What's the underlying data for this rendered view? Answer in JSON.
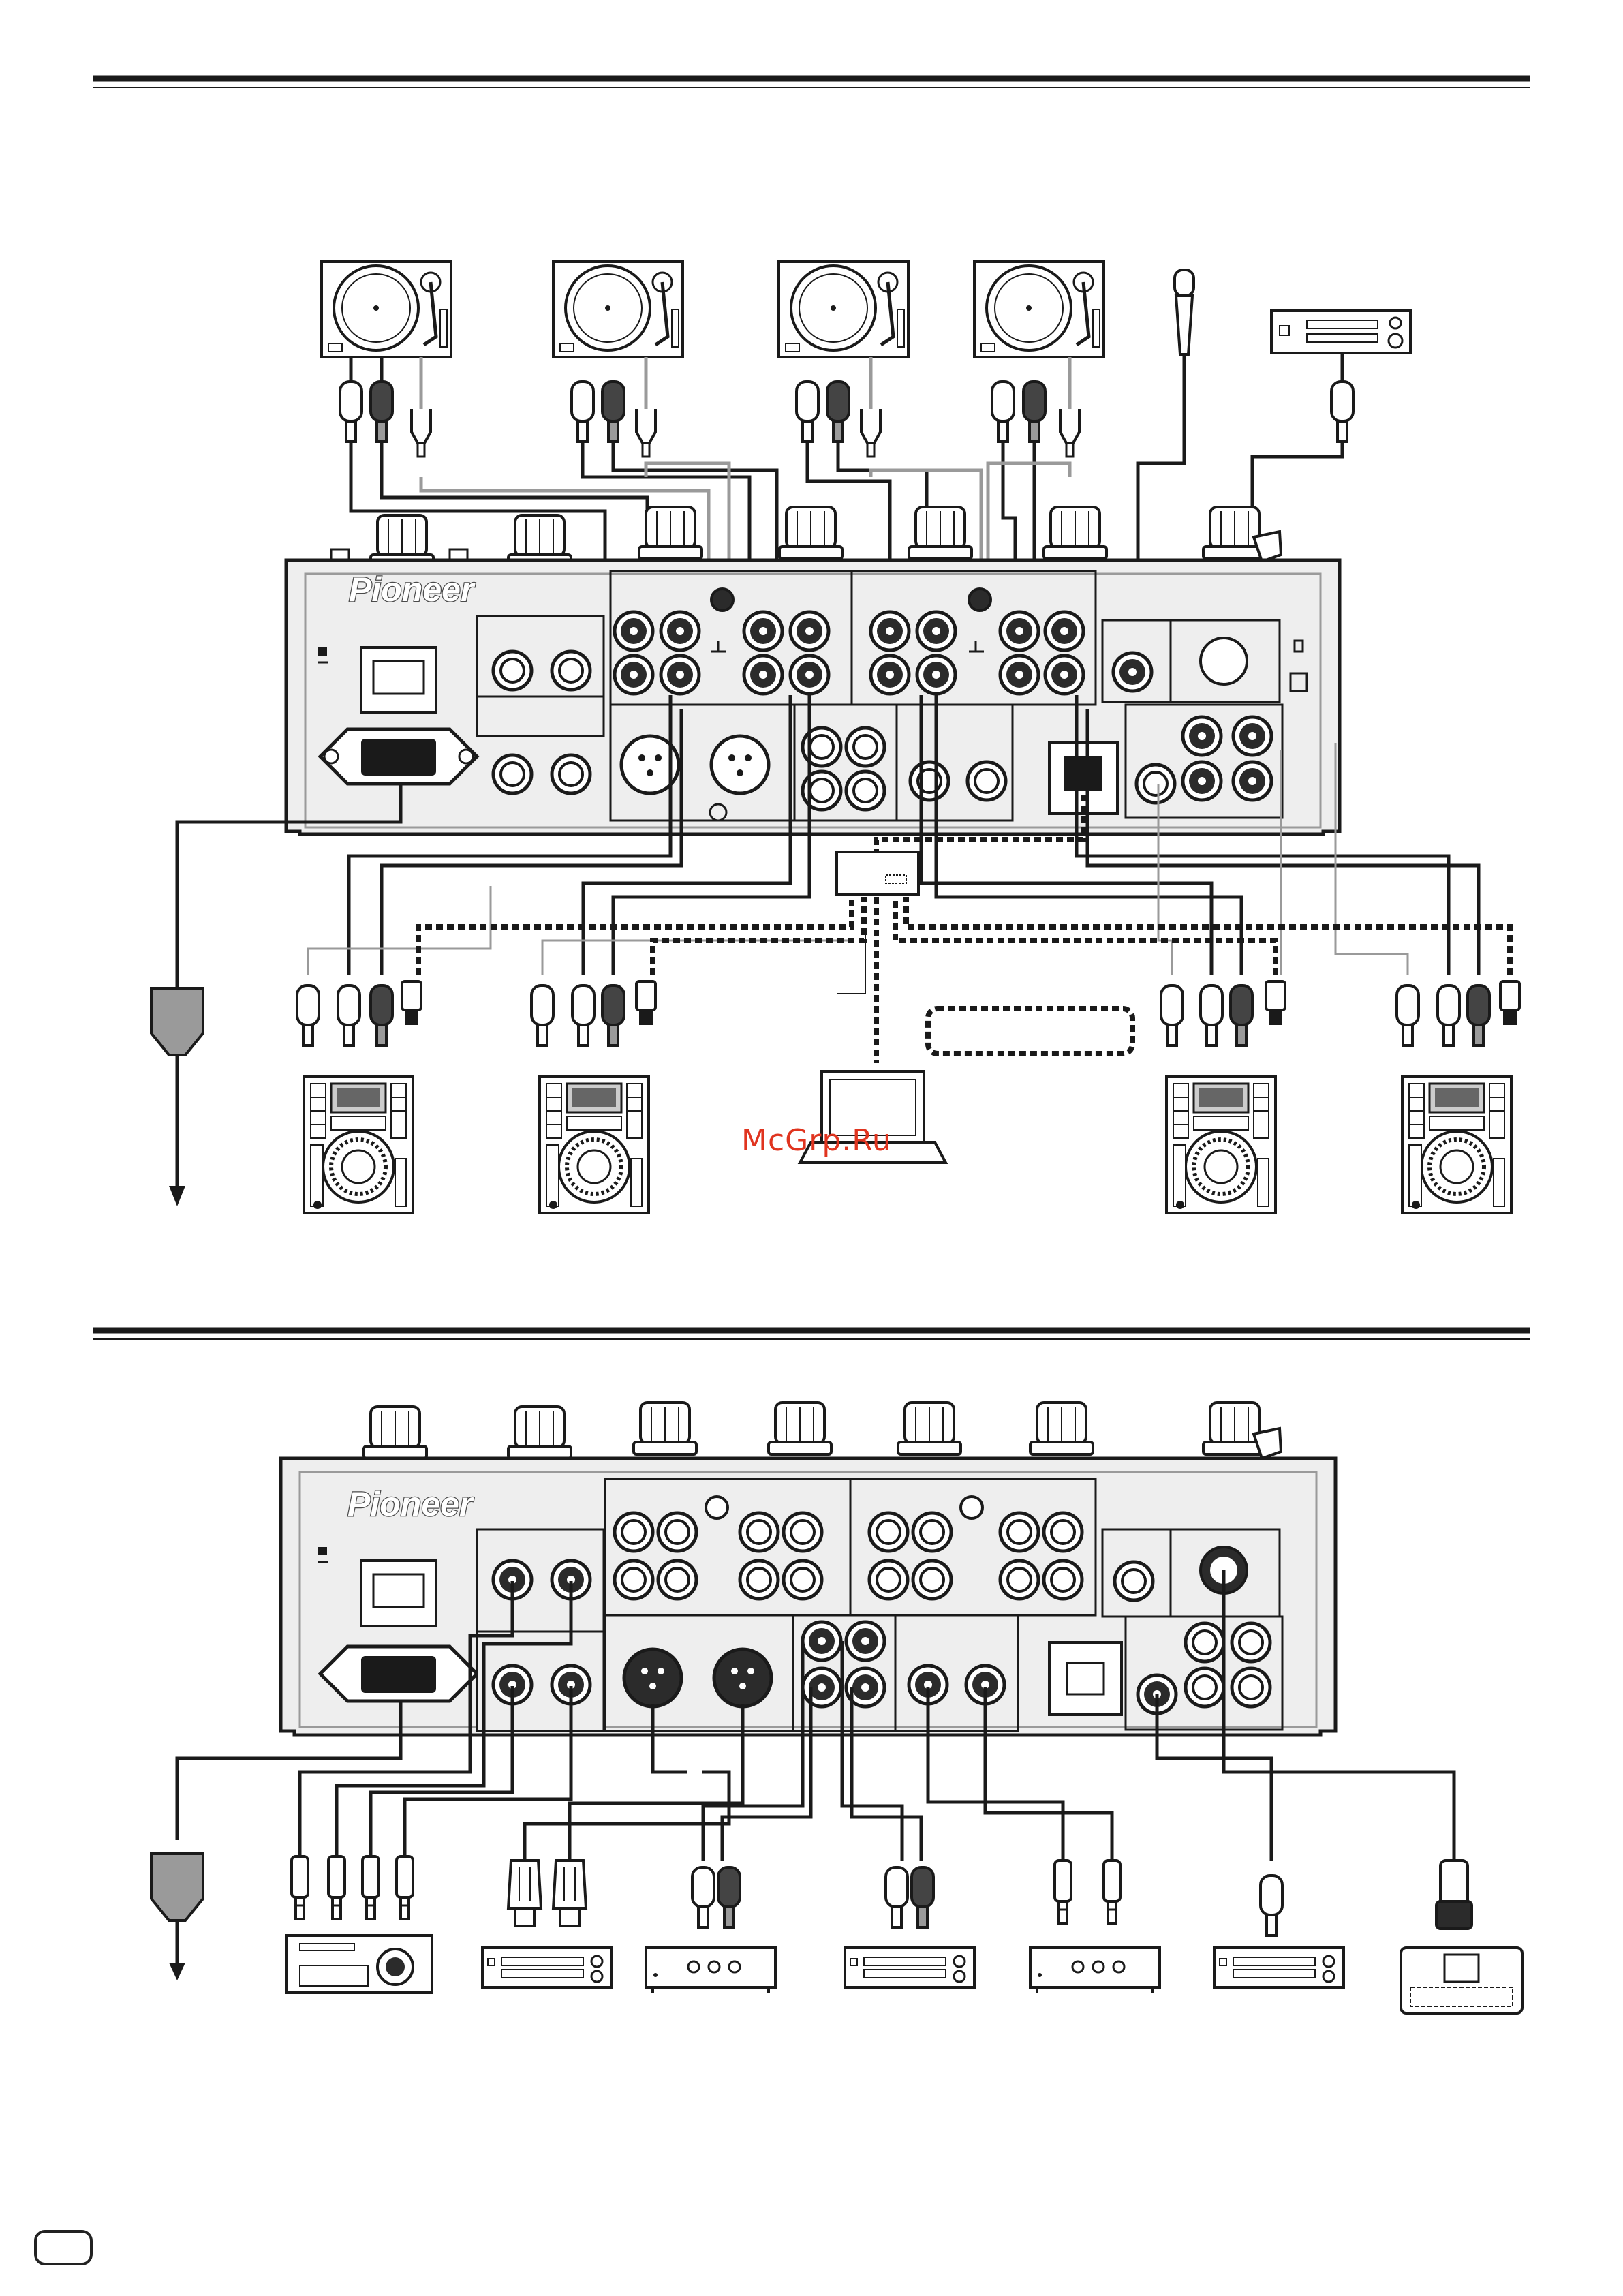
{
  "brand": {
    "logo_text": "Pioneer"
  },
  "watermark": {
    "text": "McGrp.Ru"
  },
  "page_badge": {
    "text": ""
  },
  "sections": [
    {
      "id": "input-connections",
      "title": ""
    },
    {
      "id": "output-connections",
      "title": ""
    }
  ],
  "colors": {
    "line": "#1a1a1a",
    "panel": "#eeeeee",
    "jack": "#2b2b2b",
    "grey_cable": "#9a9a9a",
    "watermark": "#e0341f"
  },
  "icons": [
    "turntable-icon",
    "microphone-icon",
    "tuner-icon",
    "mixer-rear-panel",
    "cd-player-icon",
    "laptop-icon",
    "network-hub-icon",
    "power-plug-icon",
    "sampler-icon",
    "power-amplifier-icon",
    "effector-icon",
    "recorder-icon",
    "midi-keyboard-icon",
    "rca-plug-icon",
    "xlr-plug-icon",
    "phone-plug-icon",
    "lan-plug-icon"
  ]
}
